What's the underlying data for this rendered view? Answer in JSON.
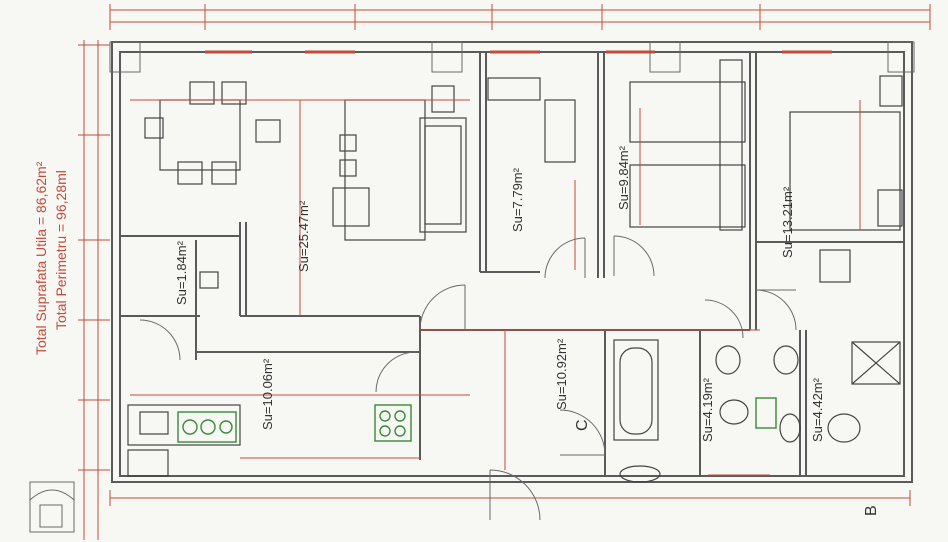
{
  "totals": {
    "useful_area": "Total Suprafata Utila = 86,62m²",
    "perimeter": "Total Perimetru = 96,28ml"
  },
  "rooms": [
    {
      "label": "Su=25.47m²"
    },
    {
      "label": "Su=7.79m²"
    },
    {
      "label": "Su=9.84m²"
    },
    {
      "label": "Su=13.21m²"
    },
    {
      "label": "Su=1.84m²"
    },
    {
      "label": "Su=10.06m²"
    },
    {
      "label": "Su=10.92m²"
    },
    {
      "label": "Su=4.19m²"
    },
    {
      "label": "Su=4.42m²"
    }
  ],
  "markers": {
    "c": "C",
    "b": "B"
  },
  "accent": "#c24b3a"
}
